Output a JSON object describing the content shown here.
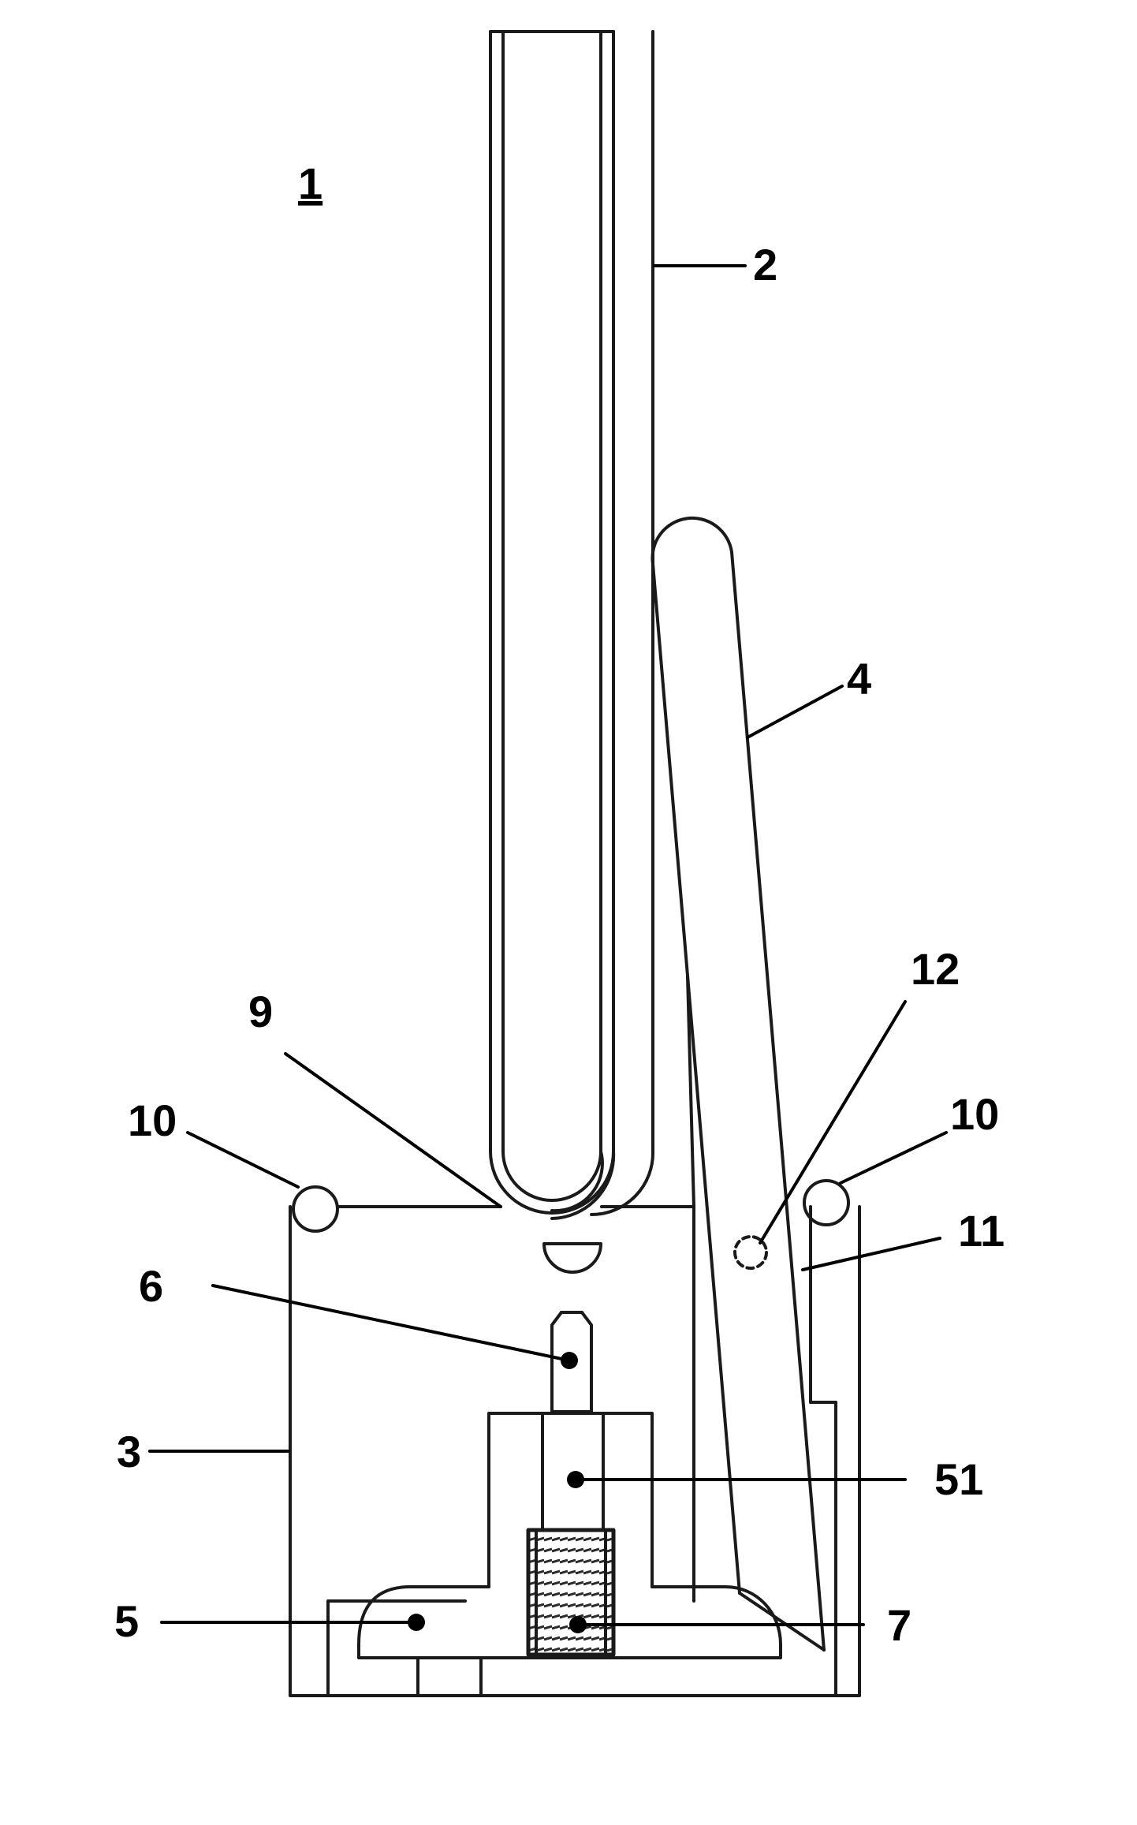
{
  "figure": {
    "figure_label": "1",
    "labels": {
      "tube": "2",
      "housing": "3",
      "lever": "4",
      "base": "5",
      "pin": "6",
      "spring": "7",
      "seat": "9",
      "roller_left": "10",
      "roller_right": "10",
      "guide": "11",
      "pivot": "12",
      "block": "51"
    }
  },
  "colors": {
    "ink": "#000000",
    "hatch": "#2a2a2a",
    "paper": "#ffffff"
  }
}
